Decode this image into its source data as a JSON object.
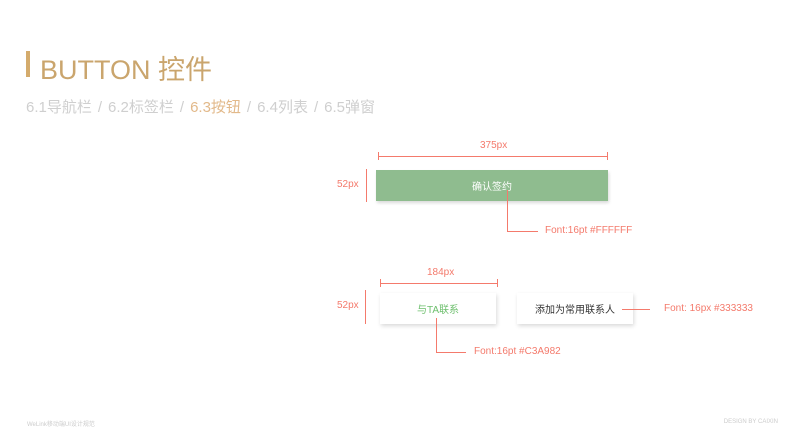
{
  "header": {
    "title": "BUTTON  控件"
  },
  "nav": {
    "items": [
      {
        "label": "6.1导航栏"
      },
      {
        "label": "6.2标签栏"
      },
      {
        "label": "6.3按钮",
        "active": true
      },
      {
        "label": "6.4列表"
      },
      {
        "label": "6.5弹窗"
      }
    ],
    "separator": "/"
  },
  "primary": {
    "label": "确认签约",
    "width_label": "375px",
    "height_label": "52px",
    "font_note": "Font:16pt  #FFFFFF",
    "bg_color": "#8FBC8F"
  },
  "secondary": {
    "label": "与TA联系",
    "width_label": "184px",
    "height_label": "52px",
    "font_note": "Font:16pt  #C3A982",
    "text_color": "#6DBF6D"
  },
  "tertiary": {
    "label": "添加为常用联系人",
    "font_note": "Font: 16px #333333"
  },
  "footer": {
    "left": "WeLink移动端UI设计规范",
    "right": "DESIGN BY CAIXIN"
  }
}
